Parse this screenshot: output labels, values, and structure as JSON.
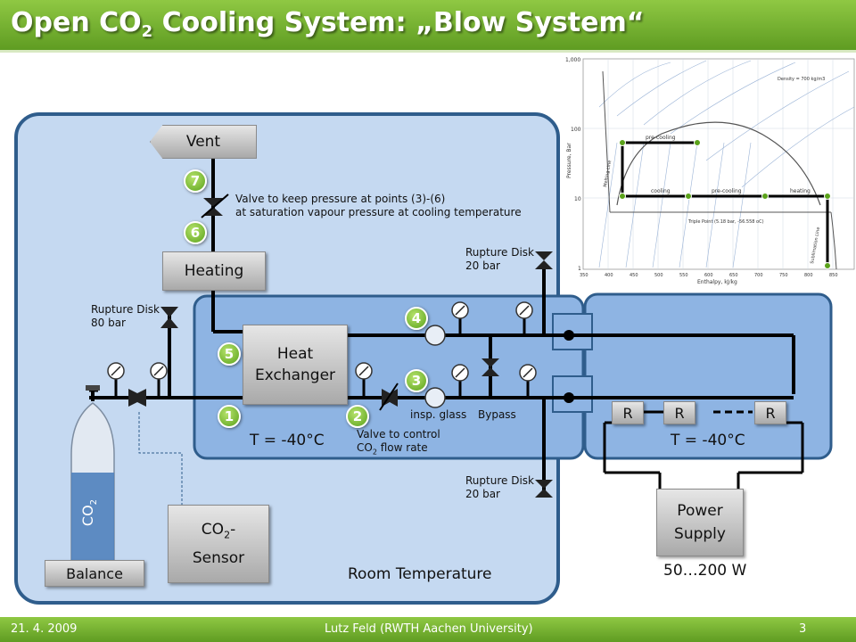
{
  "header": {
    "title_prefix": "Open CO",
    "title_sub": "2",
    "title_suffix": " Cooling System: „Blow System“"
  },
  "footer": {
    "date": "21. 4. 2009",
    "author": "Lutz Feld (RWTH Aachen University)",
    "page": "3"
  },
  "components": {
    "vent": "Vent",
    "heating": "Heating",
    "heat_exchanger_line1": "Heat",
    "heat_exchanger_line2": "Exchanger",
    "balance": "Balance",
    "sensor_prefix": "CO",
    "sensor_sub": "2",
    "sensor_suffix": "-",
    "sensor_line2": "Sensor",
    "power_line1": "Power",
    "power_line2": "Supply",
    "bottle_prefix": "CO",
    "bottle_sub": "2",
    "resistor": "R"
  },
  "numbers": [
    "1",
    "2",
    "3",
    "4",
    "5",
    "6",
    "7"
  ],
  "labels": {
    "valve_pressure_line1": "Valve to keep pressure at points (3)-(6)",
    "valve_pressure_line2": "at saturation  vapour pressure at cooling temperature",
    "rupture_80_line1": "Rupture Disk",
    "rupture_80_line2": "80 bar",
    "rupture_top_line1": "Rupture Disk",
    "rupture_top_line2": " 20 bar",
    "rupture_bottom_line1": "Rupture Disk",
    "rupture_bottom_line2": "20 bar",
    "insp_glass": "insp. glass",
    "bypass": "Bypass",
    "valve_flow_line1": "Valve to control",
    "valve_flow_prefix": "CO",
    "valve_flow_sub": "2",
    "valve_flow_suffix": " flow rate",
    "temp_left": "T = -40°C",
    "temp_right": "T = -40°C",
    "room_temp": "Room Temperature",
    "power_range": "50…200 W"
  },
  "phase_chart": {
    "xlabel": "Enthalpy, kJ/kg",
    "ylabel": "Pressure, Bar",
    "y_ticks": [
      "1,000",
      "100",
      "10",
      "1"
    ],
    "x_ticks": [
      "350",
      "400",
      "450",
      "500",
      "550",
      "600",
      "650",
      "700",
      "750",
      "800",
      "850"
    ],
    "annotations": {
      "precooling_top": "pre-cooling",
      "cooling": "cooling",
      "precooling_bottom": "pre-cooling",
      "heating": "heating",
      "triple_point": "Triple Point (5.18 bar, -56.558 oC)",
      "melting": "Melting Line",
      "sublimation": "Sublimation Line",
      "density": "Density = 700 kg/m3"
    }
  },
  "colors": {
    "accent": "#6aaa28",
    "room": "#c5d9f1",
    "cold": "#8eb4e3",
    "panel_border": "#2f5d8c"
  }
}
